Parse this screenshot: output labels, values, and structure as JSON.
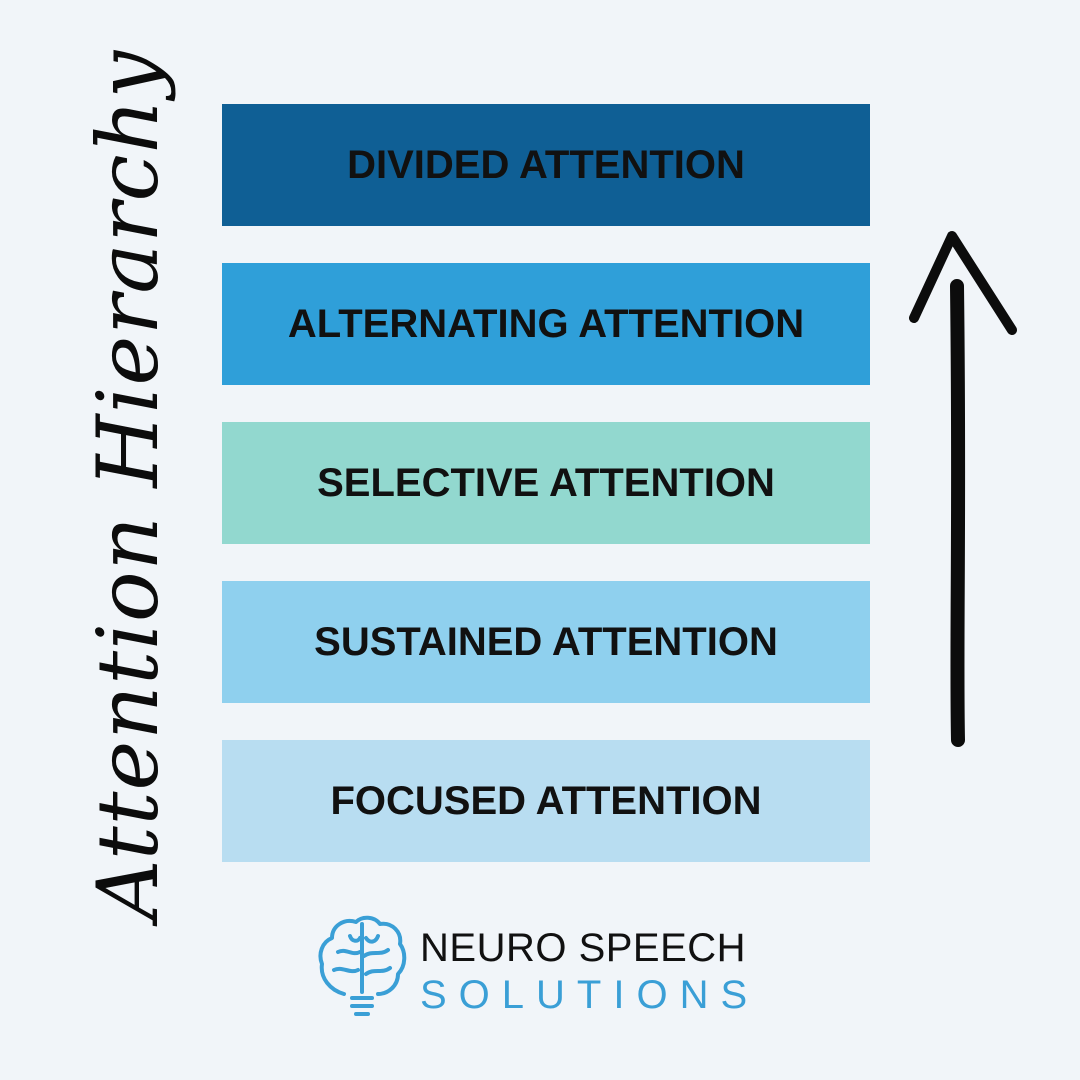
{
  "title": "Attention Hierarchy",
  "levels": [
    {
      "label": "DIVIDED ATTENTION",
      "color": "#0f5f95"
    },
    {
      "label": "ALTERNATING ATTENTION",
      "color": "#2f9fd9"
    },
    {
      "label": "SELECTIVE ATTENTION",
      "color": "#92d8cf"
    },
    {
      "label": "SUSTAINED ATTENTION",
      "color": "#8fd0ee"
    },
    {
      "label": "FOCUSED ATTENTION",
      "color": "#b8ddf1"
    }
  ],
  "arrow": {
    "direction": "up",
    "icon": "up-arrow-icon"
  },
  "brand": {
    "line1": "NEURO SPEECH",
    "line2": "SOLUTIONS",
    "icon": "brain-lightbulb-icon",
    "accent": "#3a9fd6"
  }
}
